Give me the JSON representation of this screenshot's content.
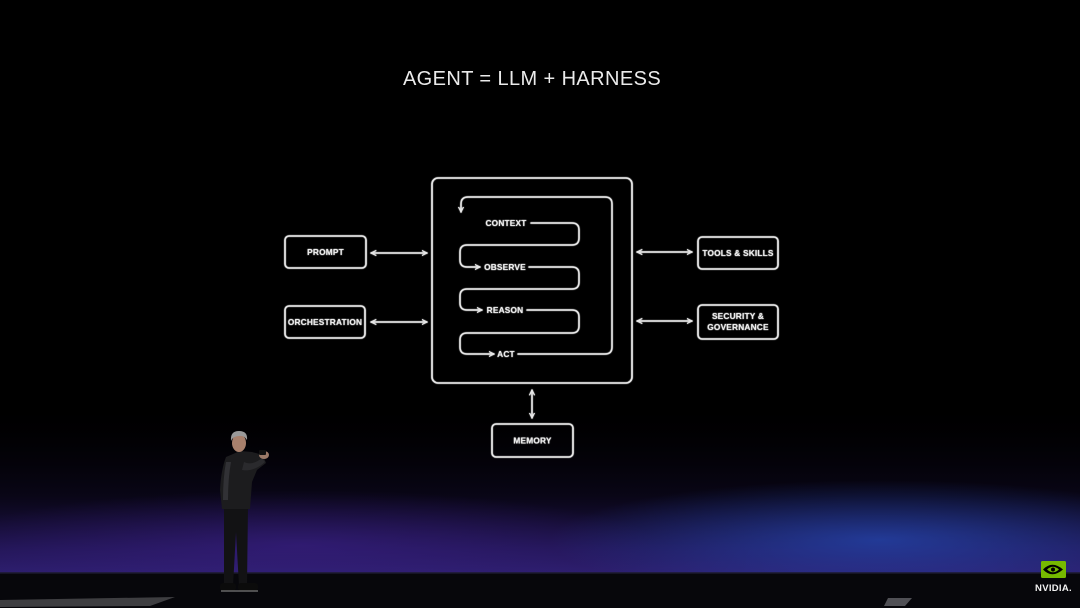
{
  "title": "AGENT = LLM + HARNESS",
  "diagram": {
    "loop": [
      "CONTEXT",
      "OBSERVE",
      "REASON",
      "ACT"
    ],
    "left": [
      "PROMPT",
      "ORCHESTRATION"
    ],
    "right": {
      "tools": "TOOLS & SKILLS",
      "security": [
        "SECURITY &",
        "GOVERNANCE"
      ]
    },
    "bottom": "MEMORY"
  },
  "logo": {
    "text": "NVIDIA.",
    "icon": "nvidia-eye-icon",
    "color": "#76b900"
  },
  "colors": {
    "background": "#000000",
    "line": "#e8e8e8",
    "stage_glow": "#2a1c63",
    "stage_blue": "#1f3d99"
  }
}
